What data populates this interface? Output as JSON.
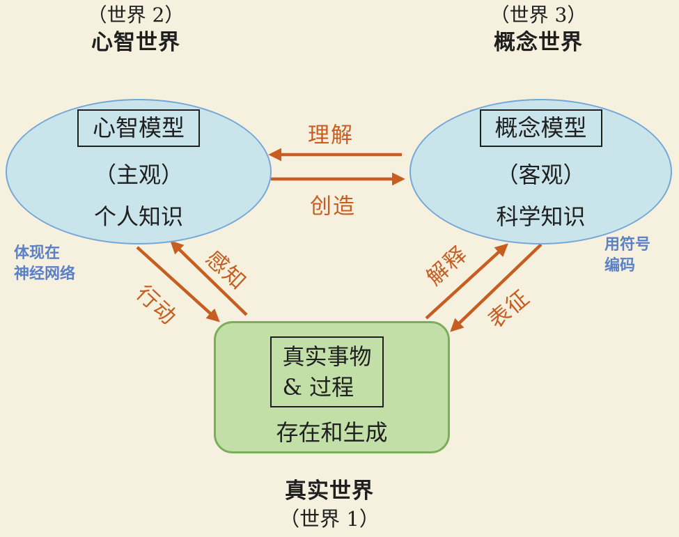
{
  "colors": {
    "background": "#f6f1de",
    "ellipse_fill": "#c9e4ea",
    "ellipse_border": "#74a7d8",
    "box_fill": "#c2dfa8",
    "box_border": "#7bae5b",
    "arrow": "#c65d21",
    "blue_note": "#5b80c8",
    "text": "#1f1f1f"
  },
  "world2": {
    "subtitle": "（世界 2）",
    "title": "心智世界"
  },
  "world3": {
    "subtitle": "（世界 3）",
    "title": "概念世界"
  },
  "world1": {
    "title": "真实世界",
    "subtitle": "（世界 1）"
  },
  "mental": {
    "model": "心智模型",
    "quality": "（主观）",
    "knowledge": "个人知识"
  },
  "concept": {
    "model": "概念模型",
    "quality": "（客观）",
    "knowledge": "科学知识"
  },
  "real": {
    "model_line1": "真实事物",
    "model_line2": "& 过程",
    "caption": "存在和生成"
  },
  "arrows": {
    "understand": "理解",
    "create": "创造",
    "perceive": "感知",
    "act": "行动",
    "interpret": "解释",
    "represent": "表征"
  },
  "notes": {
    "left_line1": "体现在",
    "left_line2": "神经网络",
    "right_line1": "用符号",
    "right_line2": "编码"
  }
}
